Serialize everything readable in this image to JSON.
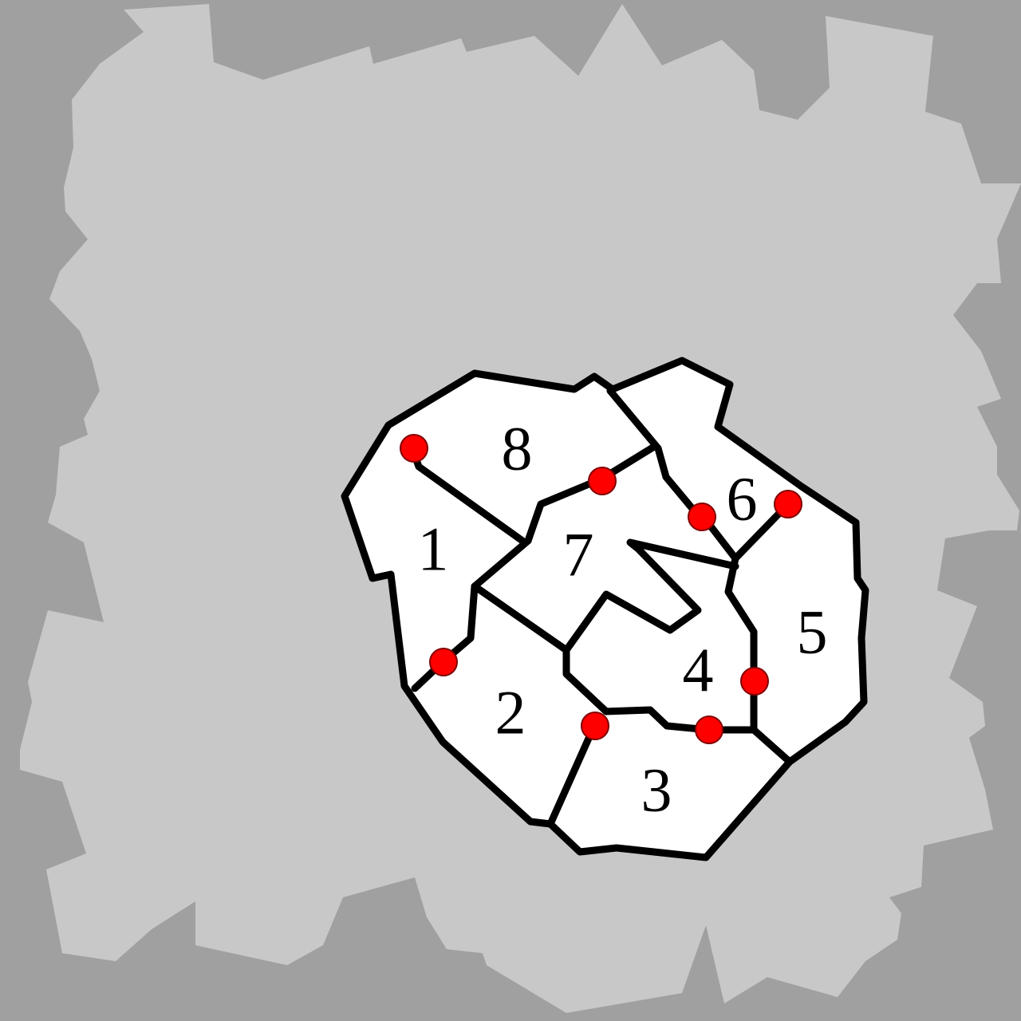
{
  "map": {
    "background_color": "#a0a0a0",
    "terrain_color": "#c8c8c8",
    "floor_color": "#ffffff",
    "wall_color": "#000000",
    "door_color": "#ff0000"
  },
  "rooms": [
    {
      "id": 1,
      "label": "1"
    },
    {
      "id": 2,
      "label": "2"
    },
    {
      "id": 3,
      "label": "3"
    },
    {
      "id": 4,
      "label": "4"
    },
    {
      "id": 5,
      "label": "5"
    },
    {
      "id": 6,
      "label": "6"
    },
    {
      "id": 7,
      "label": "7"
    },
    {
      "id": 8,
      "label": "8"
    }
  ],
  "doors": [
    {
      "id": "1-8"
    },
    {
      "id": "7-8"
    },
    {
      "id": "6-7"
    },
    {
      "id": "5-6"
    },
    {
      "id": "1-2"
    },
    {
      "id": "2-3"
    },
    {
      "id": "3-4"
    },
    {
      "id": "4-5"
    }
  ]
}
